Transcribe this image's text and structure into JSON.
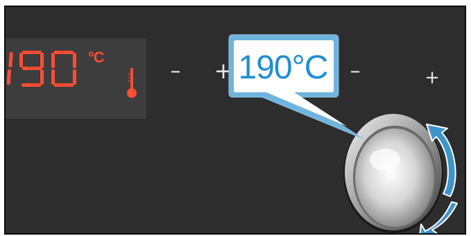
{
  "display": {
    "temperature_digits": "190",
    "temperature_unit": "°C",
    "segment_color": "#ff4c33"
  },
  "controls": {
    "minus_label": "–",
    "plus_label": "+"
  },
  "callout": {
    "text": "190°C",
    "text_color": "#1f8fd0",
    "border_color": "#6fb4dd"
  },
  "icons": {
    "thermometer": "thermometer-icon",
    "rotate": "rotate-arrows-icon"
  },
  "panel_color": "#2d2d2d"
}
